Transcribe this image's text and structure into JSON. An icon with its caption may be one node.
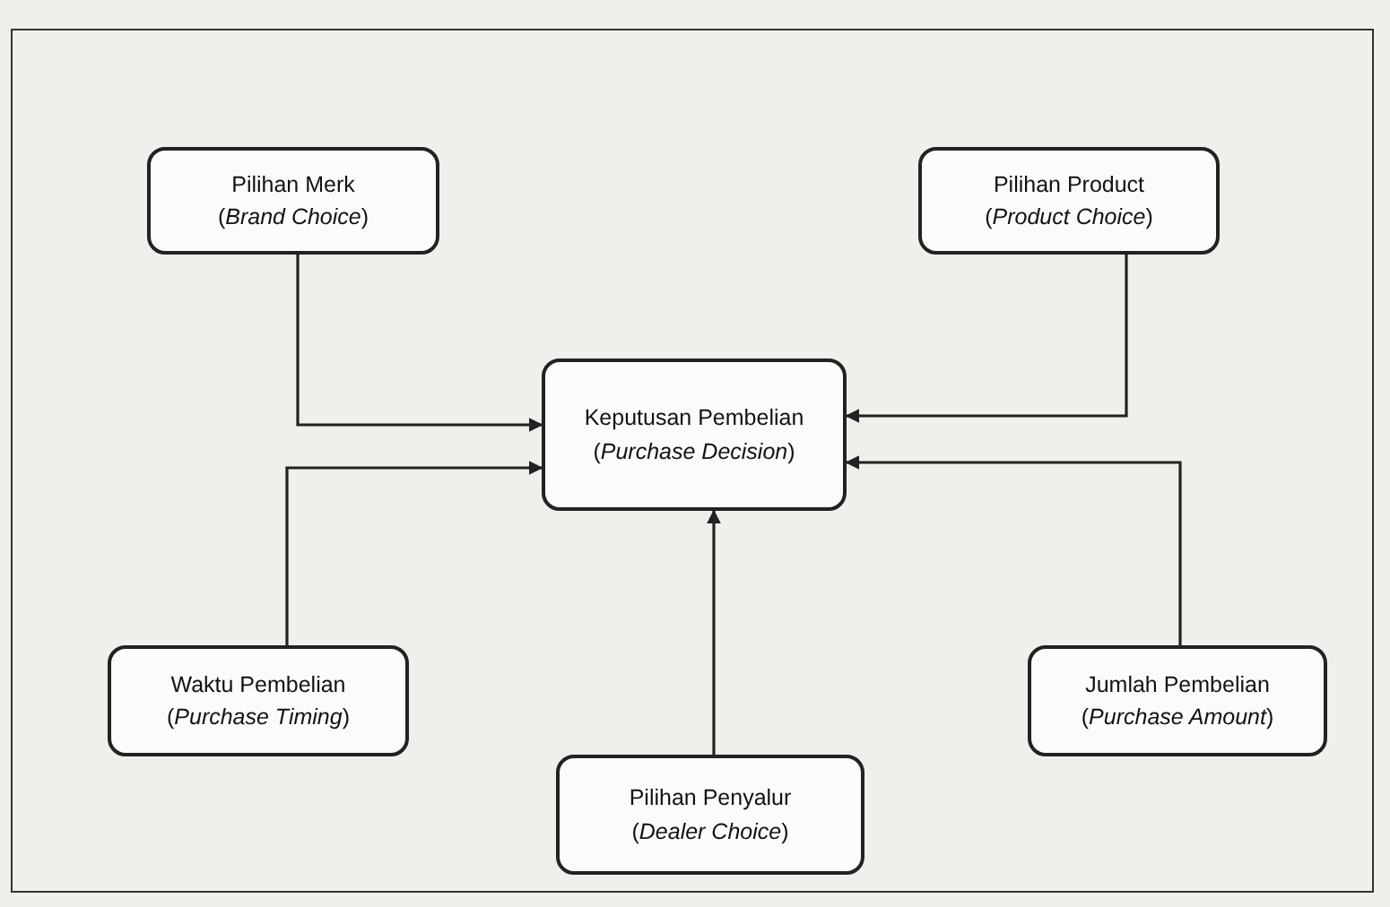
{
  "diagram": {
    "nodes": [
      {
        "text": [
          "Keputusan Pembelian",
          "(*Purchase Decision*)"
        ]
      },
      {
        "text": [
          "Pilihan Merk",
          "(*Brand Choice*)"
        ]
      },
      {
        "text": [
          "Pilihan Product",
          "(*Product Choice*)"
        ]
      },
      {
        "text": [
          "Waktu Pembelian",
          "(*Purchase Timing*)"
        ]
      },
      {
        "text": [
          "Pilihan Penyalur",
          "(*Dealer Choice*)"
        ]
      },
      {
        "text": [
          "Jumlah Pembelian",
          "(*Purchase Amount*)"
        ]
      }
    ],
    "edges": [
      {
        "from": 1,
        "to": 0,
        "arrow": "to"
      },
      {
        "from": 2,
        "to": 0,
        "arrow": "to"
      },
      {
        "from": 3,
        "to": 0,
        "arrow": "to"
      },
      {
        "from": 5,
        "to": 0,
        "arrow": "to"
      },
      {
        "from": 4,
        "to": 0,
        "arrow": "to"
      }
    ]
  }
}
